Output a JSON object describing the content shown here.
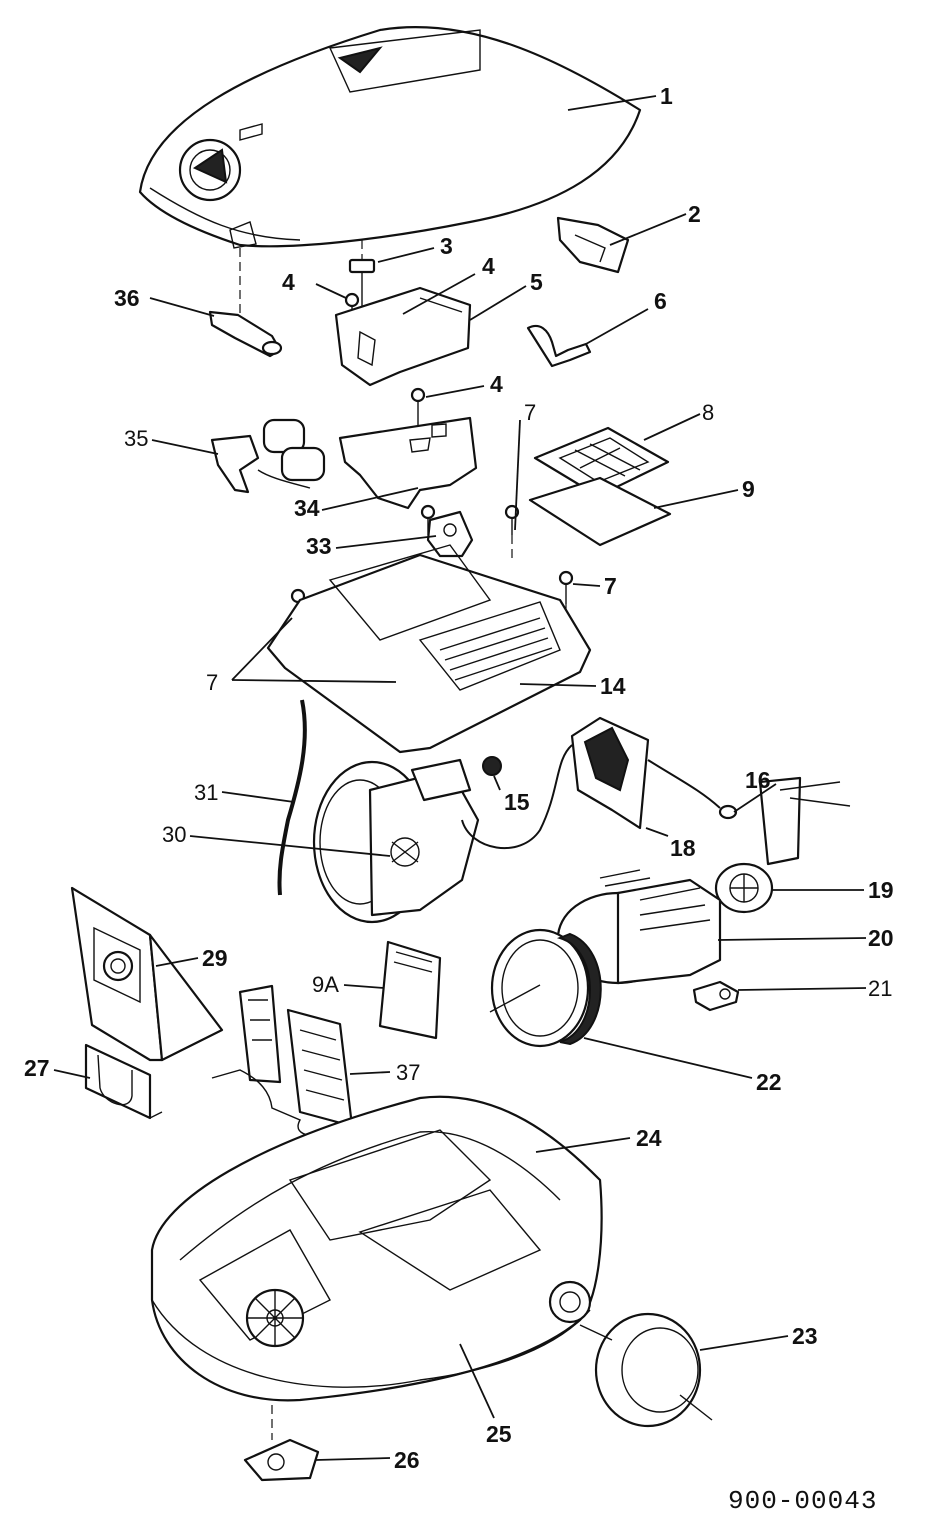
{
  "diagram": {
    "drawing_number": "900-00043",
    "callouts": {
      "c1": "1",
      "c2": "2",
      "c3": "3",
      "c4a": "4",
      "c4b": "4",
      "c4c": "4",
      "c5": "5",
      "c6": "6",
      "c7a": "7",
      "c7b": "7",
      "c7c": "7",
      "c8": "8",
      "c9": "9",
      "c9a": "9A",
      "c14": "14",
      "c15": "15",
      "c16": "16",
      "c18": "18",
      "c19": "19",
      "c20": "20",
      "c21": "21",
      "c22": "22",
      "c23": "23",
      "c24": "24",
      "c25": "25",
      "c26": "26",
      "c27": "27",
      "c29": "29",
      "c30": "30",
      "c31": "31",
      "c33": "33",
      "c34": "34",
      "c35": "35",
      "c36": "36",
      "c37": "37"
    }
  }
}
